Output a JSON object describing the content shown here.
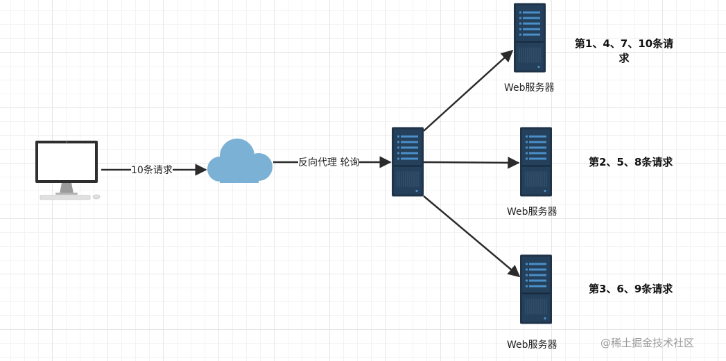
{
  "edge_labels": {
    "requests": "10条请求",
    "proxy": "反向代理 轮询"
  },
  "servers": [
    {
      "label": "Web服务器",
      "note_lines": [
        "第1、4、7、10条请",
        "求"
      ]
    },
    {
      "label": "Web服务器",
      "note_lines": [
        "第2、5、8条请求"
      ]
    },
    {
      "label": "Web服务器",
      "note_lines": [
        "第3、6、9条请求"
      ]
    }
  ],
  "watermark": "@稀土掘金技术社区",
  "colors": {
    "server_body": "#1f3449",
    "server_bars": "#4a8fc9",
    "cloud": "#7ab1d4",
    "arrow": "#2b2b2b"
  },
  "icons": [
    "desktop-monitor-icon",
    "cloud-icon",
    "server-icon"
  ]
}
